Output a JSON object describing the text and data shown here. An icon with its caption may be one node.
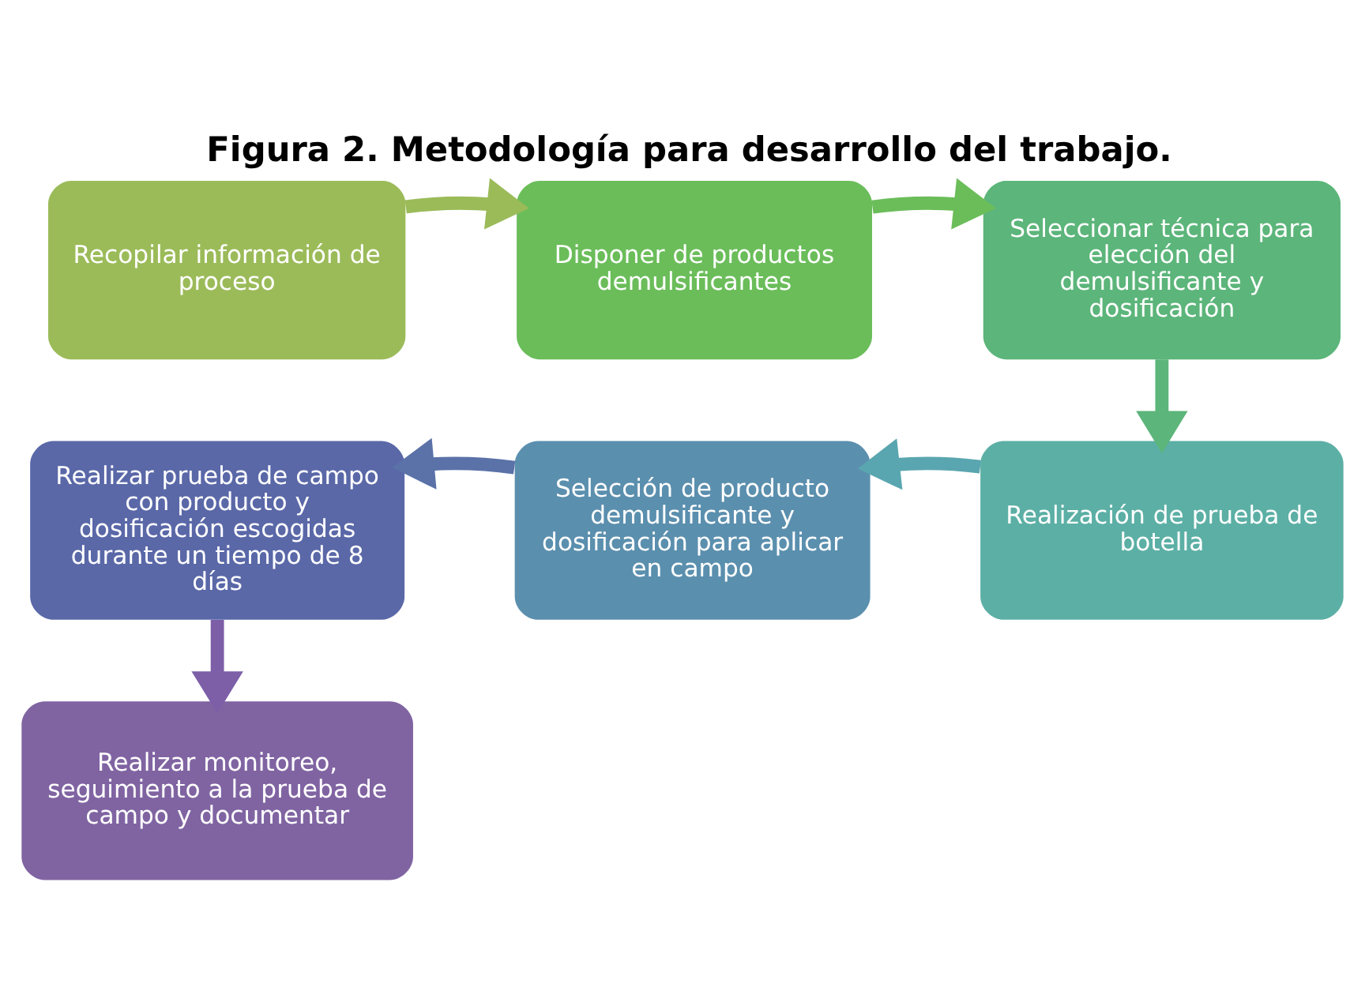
{
  "diagram": {
    "title": "Figura 2. Metodología para desarrollo del trabajo.",
    "nodes": [
      {
        "text": [
          "Recopilar información de proceso"
        ]
      },
      {
        "text": [
          "Disponer de productos demulsificantes"
        ]
      },
      {
        "text": [
          "Seleccionar técnica para elección del demulsificante y dosificación"
        ]
      },
      {
        "text": [
          "Realización de prueba de botella"
        ]
      },
      {
        "text": [
          "Selección de producto demulsificante y dosificación para aplicar en campo"
        ]
      },
      {
        "text": [
          "Realizar prueba de campo con producto y dosificación escogidas durante un tiempo de 8 días"
        ]
      },
      {
        "text": [
          "Realizar monitoreo, seguimiento a la prueba de campo y documentar"
        ]
      }
    ],
    "edges": [
      {
        "from": 0,
        "to": 1,
        "arrow": "to",
        "color": "#9bbb59"
      },
      {
        "from": 1,
        "to": 2,
        "arrow": "to",
        "color": "#6bbd5a"
      },
      {
        "from": 2,
        "to": 3,
        "arrow": "to",
        "color": "#5cb57a"
      },
      {
        "from": 3,
        "to": 4,
        "arrow": "to",
        "color": "#5aa6b0"
      },
      {
        "from": 4,
        "to": 5,
        "arrow": "to",
        "color": "#5a72a8"
      },
      {
        "from": 5,
        "to": 6,
        "arrow": "to",
        "color": "#7d5fa8"
      }
    ]
  }
}
